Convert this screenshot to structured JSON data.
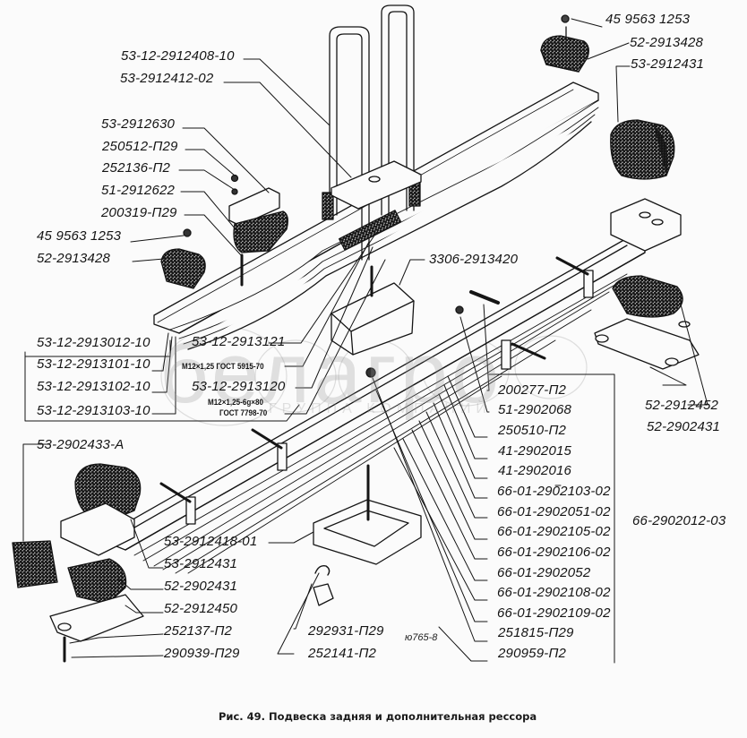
{
  "figure": {
    "caption": "Рис. 49. Подвеска задняя и дополнительная рессора",
    "drawing_code": "ю765-8",
    "watermark": {
      "brand": "белагро",
      "subtitle": "ГРУППА КОМПАНИЙ"
    }
  },
  "labels": {
    "l01": "45 9563 1253",
    "l02": "52-2913428",
    "l03": "53-2912431",
    "l04": "53-12-2912408-10",
    "l05": "53-2912412-02",
    "l06": "53-2912630",
    "l07": "250512-П29",
    "l08": "252136-П2",
    "l09": "51-2912622",
    "l10": "200319-П29",
    "l11": "45 9563 1253",
    "l12": "52-2913428",
    "l13": "3306-2913420",
    "l14": "53-12-2913012-10",
    "l15": "53-12-2913101-10",
    "l16": "53-12-2913102-10",
    "l17": "53-12-2913103-10",
    "l18": "53-12-2913121",
    "l19": "М12×1,25 ГОСТ 5915-70",
    "l20": "53-12-2913120",
    "l21a": "М12×1,25-6g×80",
    "l21b": "ГОСТ 7798-70",
    "l22": "200277-П2",
    "l23": "51-2902068",
    "l24": "250510-П2",
    "l25": "41-2902015",
    "l26": "41-2902016",
    "l27": "66-01-2902103-02",
    "l28": "66-01-2902051-02",
    "l29": "66-01-2902105-02",
    "l30": "66-01-2902106-02",
    "l31": "66-01-2902052",
    "l32": "66-01-2902108-02",
    "l33": "66-01-2902109-02",
    "l34": "251815-П29",
    "l35": "290959-П2",
    "l36": "66-2902012-03",
    "l37": "52-2912452",
    "l38": "52-2902431",
    "l39": "53-2902433-А",
    "l40": "53-2912418-01",
    "l41": "53-2912431",
    "l42": "52-2902431",
    "l43": "52-2912450",
    "l44": "252137-П2",
    "l45": "290939-П29",
    "l46": "292931-П29",
    "l47": "252141-П2"
  }
}
